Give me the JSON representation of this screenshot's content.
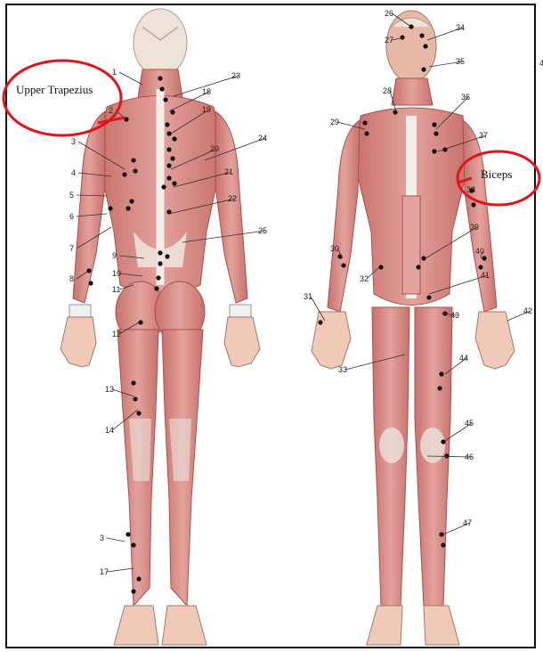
{
  "callouts": {
    "upper_trapezius": "Upper Trapezius",
    "biceps": "Biceps"
  },
  "labels": [
    "1",
    "2",
    "3",
    "4",
    "5",
    "6",
    "7",
    "8",
    "9",
    "10",
    "11",
    "12",
    "13",
    "14",
    "3",
    "17",
    "18",
    "19",
    "20",
    "21",
    "22",
    "23",
    "24",
    "25",
    "26",
    "27",
    "28",
    "29",
    "30",
    "31",
    "32",
    "33",
    "34",
    "35",
    "36",
    "37",
    "38",
    "39",
    "40",
    "41",
    "42",
    "43",
    "44",
    "45",
    "46",
    "47",
    "4"
  ],
  "colors": {
    "muscle": "#d98a85",
    "muscle_dark": "#c06a66",
    "tendon": "#efe3da",
    "skin": "#f0c9b8",
    "point": "#111111",
    "callout": "#e0141a"
  }
}
